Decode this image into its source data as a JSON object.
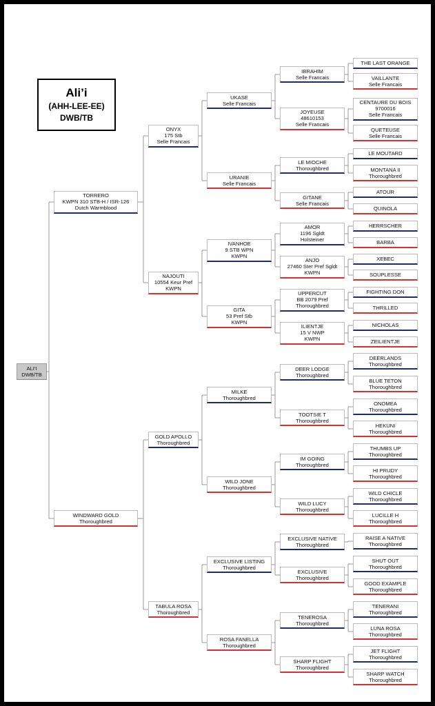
{
  "title": {
    "name": "Ali’i",
    "pronunciation": "(AHH-LEE-EE)",
    "breed": "DWB/TB"
  },
  "colors": {
    "sire_line": "#1f2a6b",
    "dam_line": "#d83030",
    "connector": "#999999",
    "root_fill": "#c8c8c8"
  },
  "root": {
    "lines": [
      "ALI'I",
      "DWB/TB"
    ]
  },
  "gen1": [
    {
      "lines": [
        "TORRERO",
        "KWPN 310 STB-H  /  ISR-126",
        "Dutch Warmblood"
      ]
    },
    {
      "lines": [
        "WINDWARD GOLD",
        "Thoroughbred"
      ]
    }
  ],
  "gen2": [
    {
      "lines": [
        "ONYX",
        "175 Stb",
        "Selle Francais"
      ]
    },
    {
      "lines": [
        "NAJOUTI",
        "10554 Keur Pref",
        "KWPN"
      ]
    },
    {
      "lines": [
        "GOLD APOLLO",
        "Thoroughbred"
      ]
    },
    {
      "lines": [
        "TABULA ROSA",
        "Thoroughbred"
      ]
    }
  ],
  "gen3": [
    {
      "lines": [
        "UKASE",
        "Selle Francais"
      ]
    },
    {
      "lines": [
        "URANIE",
        "Selle Francais"
      ]
    },
    {
      "lines": [
        "IVANHOE",
        "9 STB WPN",
        "KWPN"
      ]
    },
    {
      "lines": [
        "GITA",
        "53 Pref Stb",
        "KWPN"
      ]
    },
    {
      "lines": [
        "MILKE",
        "Thoroughbred"
      ]
    },
    {
      "lines": [
        "WILD JONE",
        "Thoroughbred"
      ]
    },
    {
      "lines": [
        "EXCLUSIVE LISTING",
        "Thoroughbred"
      ]
    },
    {
      "lines": [
        "ROSA FANELLA",
        "Thoroughbred"
      ]
    }
  ],
  "gen4": [
    {
      "lines": [
        "IBRAHIM",
        "Selle Francais"
      ]
    },
    {
      "lines": [
        "JOYEUSE",
        "48610153",
        "Selle Francais"
      ]
    },
    {
      "lines": [
        "LE MIOCHE",
        "Thoroughbred"
      ]
    },
    {
      "lines": [
        "GITANE",
        "Selle Francais"
      ]
    },
    {
      "lines": [
        "AMOR",
        "1196 Sgldt",
        "Holsteiner"
      ]
    },
    {
      "lines": [
        "ANJO",
        "27460 Ster Pref Sgldt",
        "KWPN"
      ]
    },
    {
      "lines": [
        "UPPERCUT",
        "BB 2079 Pref",
        "Thoroughbred"
      ]
    },
    {
      "lines": [
        "ILIENTJE",
        "15 V NWP",
        "KWPN"
      ]
    },
    {
      "lines": [
        "DEER LODGE",
        "Thoroughbred"
      ]
    },
    {
      "lines": [
        "TOOTSIE T",
        "Thoroughbred"
      ]
    },
    {
      "lines": [
        "IM GOING",
        "Thoroughbred"
      ]
    },
    {
      "lines": [
        "WILD LUCY",
        "Thoroughbred"
      ]
    },
    {
      "lines": [
        "EXCLUSIVE NATIVE",
        "Thoroughbred"
      ]
    },
    {
      "lines": [
        "EXCLUSIVE",
        "Thoroughbred"
      ]
    },
    {
      "lines": [
        "TENEROSA",
        "Thoroughbred"
      ]
    },
    {
      "lines": [
        "SHARP FLIGHT",
        "Thoroughbred"
      ]
    }
  ],
  "gen5": [
    {
      "lines": [
        "THE LAST ORANGE"
      ]
    },
    {
      "lines": [
        "VAILLANTE",
        "Selle Francais"
      ]
    },
    {
      "lines": [
        "CENTAURE DU BOIS",
        "9700016",
        "Selle Francais"
      ]
    },
    {
      "lines": [
        "QUETEUSE",
        "Selle Francais"
      ]
    },
    {
      "lines": [
        "LE MOUTARD"
      ]
    },
    {
      "lines": [
        "MONTANA II",
        "Thoroughbred"
      ]
    },
    {
      "lines": [
        "ATOUR"
      ]
    },
    {
      "lines": [
        "QUINOLA"
      ]
    },
    {
      "lines": [
        "HERRSCHER"
      ]
    },
    {
      "lines": [
        "BARBA"
      ]
    },
    {
      "lines": [
        "XEBEC"
      ]
    },
    {
      "lines": [
        "SOUPLESSE"
      ]
    },
    {
      "lines": [
        "FIGHTING DON"
      ]
    },
    {
      "lines": [
        "THRILLED"
      ]
    },
    {
      "lines": [
        "NICHOLAS"
      ]
    },
    {
      "lines": [
        "ZEILIENTJE"
      ]
    },
    {
      "lines": [
        "DEERLANDS",
        "Thoroughbred"
      ]
    },
    {
      "lines": [
        "BLUE TETON",
        "Thoroughbred"
      ]
    },
    {
      "lines": [
        "ONOMEA",
        "Thoroughbred"
      ]
    },
    {
      "lines": [
        "HEKUNI",
        "Thoroughbred"
      ]
    },
    {
      "lines": [
        "THUMBS UP",
        "Thoroughbred"
      ]
    },
    {
      "lines": [
        "HI PRUDY",
        "Thoroughbred"
      ]
    },
    {
      "lines": [
        "WILD CHICLE",
        "Thoroughbred"
      ]
    },
    {
      "lines": [
        "LUCILLE H",
        "Thoroughbred"
      ]
    },
    {
      "lines": [
        "RAISE A NATIVE",
        "Thoroughbred"
      ]
    },
    {
      "lines": [
        "SHUT OUT",
        "Thoroughbred"
      ]
    },
    {
      "lines": [
        "GOOD EXAMPLE",
        "Thoroughbred"
      ]
    },
    {
      "lines": [
        "TENERANI",
        "Thoroughbred"
      ]
    },
    {
      "lines": [
        "LUNA ROSA",
        "Thoroughbred"
      ]
    },
    {
      "lines": [
        "JET FLIGHT",
        "Thoroughbred"
      ]
    },
    {
      "lines": [
        "SHARP WATCH",
        "Thoroughbred"
      ]
    }
  ]
}
